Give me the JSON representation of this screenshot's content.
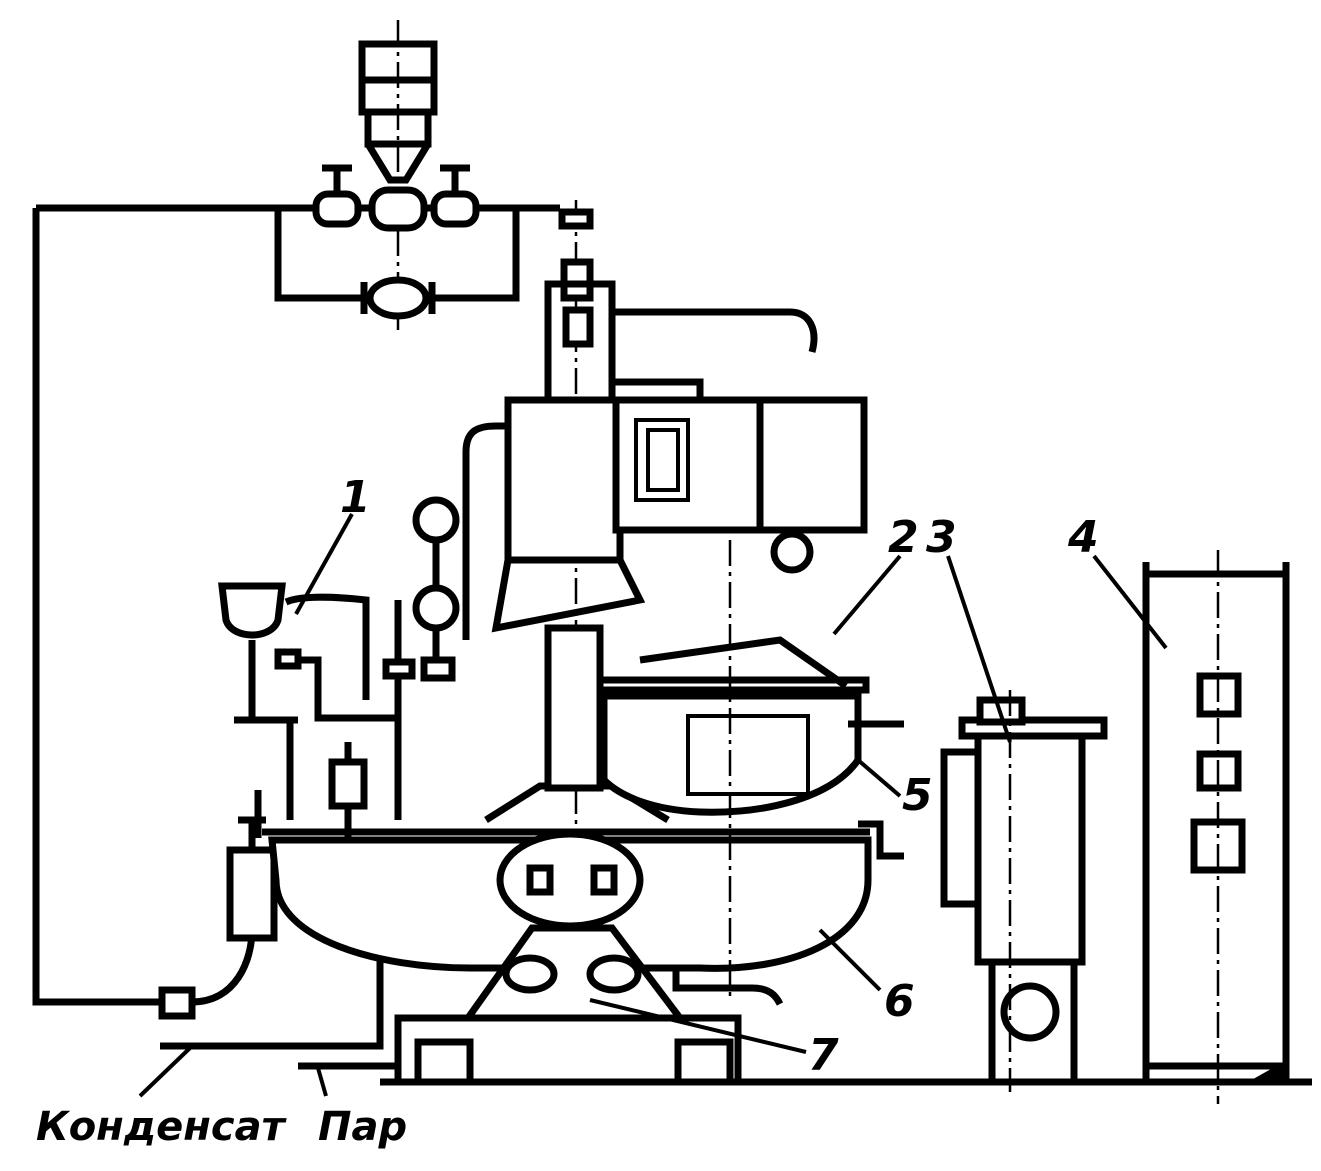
{
  "labels": {
    "n1": "1",
    "n2": "2",
    "n3": "3",
    "n4": "4",
    "n5": "5",
    "n6": "6",
    "n7": "7",
    "condensate": "Конденсат",
    "steam": "Пар"
  },
  "colors": {
    "ink": "#000000",
    "paper": "#ffffff"
  }
}
